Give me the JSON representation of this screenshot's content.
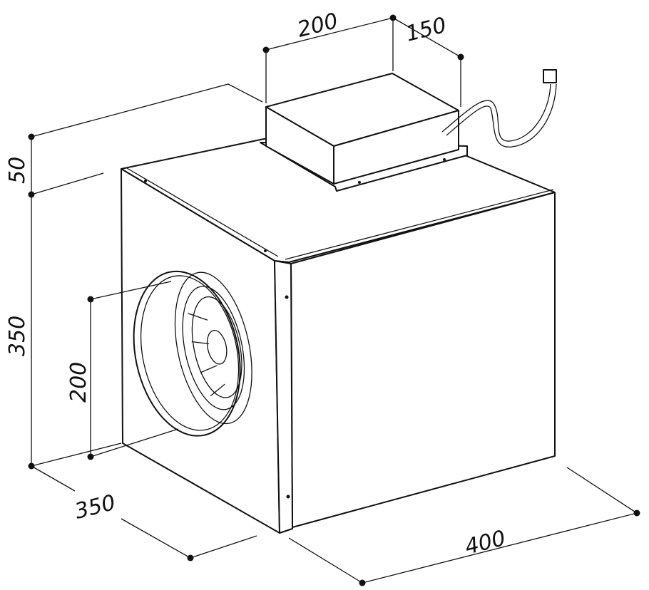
{
  "dimensions": {
    "top_width": "200",
    "top_depth": "150",
    "top_height": "50",
    "body_height": "350",
    "outlet_diameter": "200",
    "body_depth": "350",
    "body_width": "400"
  }
}
